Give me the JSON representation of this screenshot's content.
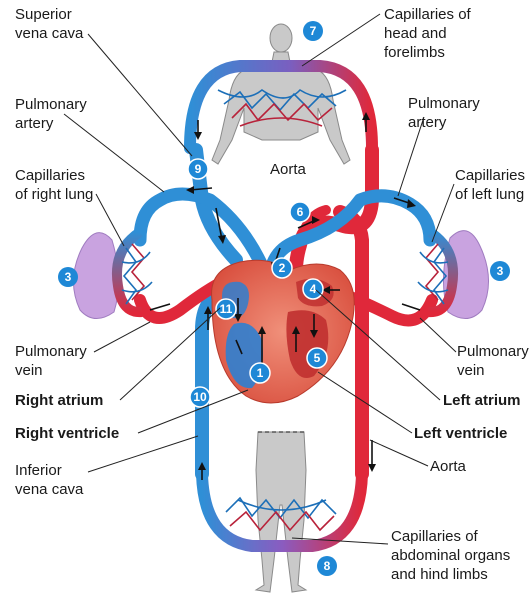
{
  "labels": {
    "superior_vena_cava": [
      "Superior",
      "vena cava"
    ],
    "capillaries_head": [
      "Capillaries of",
      "head and",
      "forelimbs"
    ],
    "pulmonary_artery_left": [
      "Pulmonary",
      "artery"
    ],
    "pulmonary_artery_right": [
      "Pulmonary",
      "artery"
    ],
    "aorta_top": "Aorta",
    "capillaries_right_lung": [
      "Capillaries",
      "of right lung"
    ],
    "capillaries_left_lung": [
      "Capillaries",
      "of left lung"
    ],
    "pulmonary_vein_left": [
      "Pulmonary",
      "vein"
    ],
    "pulmonary_vein_right": [
      "Pulmonary",
      "vein"
    ],
    "right_atrium": "Right atrium",
    "right_ventricle": "Right ventricle",
    "left_atrium": "Left atrium",
    "left_ventricle": "Left ventricle",
    "inferior_vena_cava": [
      "Inferior",
      "vena cava"
    ],
    "aorta_bottom": "Aorta",
    "capillaries_abdominal": [
      "Capillaries of",
      "abdominal organs",
      "and hind limbs"
    ]
  },
  "steps": {
    "s1": "1",
    "s2": "2",
    "s3a": "3",
    "s3b": "3",
    "s4": "4",
    "s5": "5",
    "s6": "6",
    "s7": "7",
    "s8": "8",
    "s9": "9",
    "s10": "10",
    "s11": "11"
  },
  "colors": {
    "deoxygenated": "#2f8fd6",
    "oxygenated": "#e0283a",
    "lung": "#c9a3e0",
    "heart": "#e8705f",
    "body": "#c9c9c9",
    "step_badge": "#1e88d6"
  }
}
